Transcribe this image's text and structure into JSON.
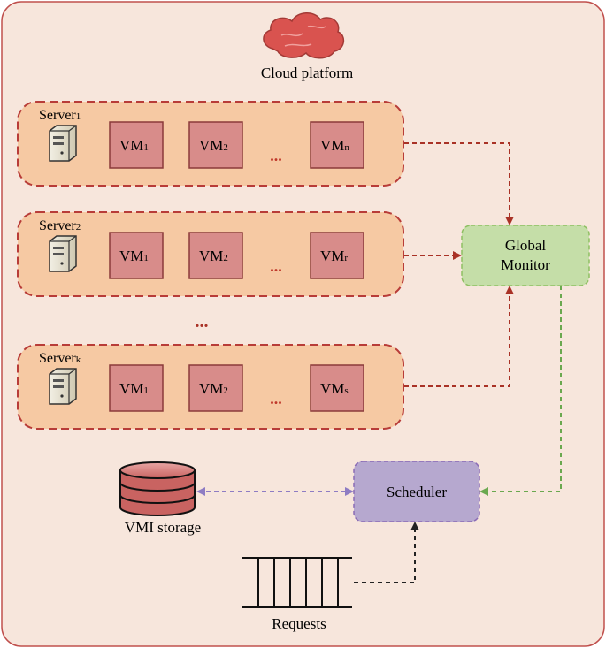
{
  "title": "Cloud platform",
  "colors": {
    "background": "#f7e6dc",
    "frame_border": "#c0504d",
    "server_fill": "#f6c9a3",
    "server_border": "#b83c38",
    "vm_fill": "#d88c8a",
    "vm_border": "#8b3a3a",
    "monitor_fill": "#c5dea8",
    "monitor_border": "#8fbf63",
    "scheduler_fill": "#b6a8cf",
    "scheduler_border": "#8a6bb5",
    "cloud_fill": "#d9534f",
    "arrow_red": "#a93226",
    "arrow_green": "#6aa84f",
    "arrow_purple": "#8e7cc3",
    "arrow_black": "#222222"
  },
  "servers": [
    {
      "name": "Server",
      "sub": "1",
      "vms": [
        {
          "name": "VM",
          "sub": "1"
        },
        {
          "name": "VM",
          "sub": "2"
        },
        {
          "name": "VM",
          "sub": "n"
        }
      ]
    },
    {
      "name": "Server",
      "sub": "2",
      "vms": [
        {
          "name": "VM",
          "sub": "1"
        },
        {
          "name": "VM",
          "sub": "2"
        },
        {
          "name": "VM",
          "sub": "r"
        }
      ]
    },
    {
      "name": "Server",
      "sub": "k",
      "vms": [
        {
          "name": "VM",
          "sub": "1"
        },
        {
          "name": "VM",
          "sub": "2"
        },
        {
          "name": "VM",
          "sub": "s"
        }
      ]
    }
  ],
  "ellipsis": "...",
  "global_monitor": {
    "line1": "Global",
    "line2": "Monitor"
  },
  "scheduler": "Scheduler",
  "vmi_storage": "VMI storage",
  "requests": "Requests",
  "icons": [
    "cloud-icon",
    "server-tower-icon",
    "database-icon",
    "queue-icon"
  ]
}
